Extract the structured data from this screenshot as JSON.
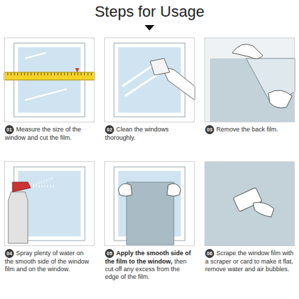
{
  "diagram": {
    "title": "Steps for Usage",
    "nodes": [
      {
        "text": [
          "01",
          "Measure the size of the window and cut the film."
        ]
      },
      {
        "text": [
          "02",
          "Clean the windows thoroughly."
        ]
      },
      {
        "text": [
          "03",
          "Remove the back film."
        ]
      },
      {
        "text": [
          "04",
          "Spray plenty of water on the smooth side of the window film and on the window."
        ]
      },
      {
        "text": [
          "05",
          "Apply the smooth side of the film to the window,",
          "then cut off any excess from the edge of the film."
        ]
      },
      {
        "text": [
          "06",
          "Scrape the window film with a scraper or card to make it flat, remove water and air bubbles."
        ]
      }
    ]
  }
}
